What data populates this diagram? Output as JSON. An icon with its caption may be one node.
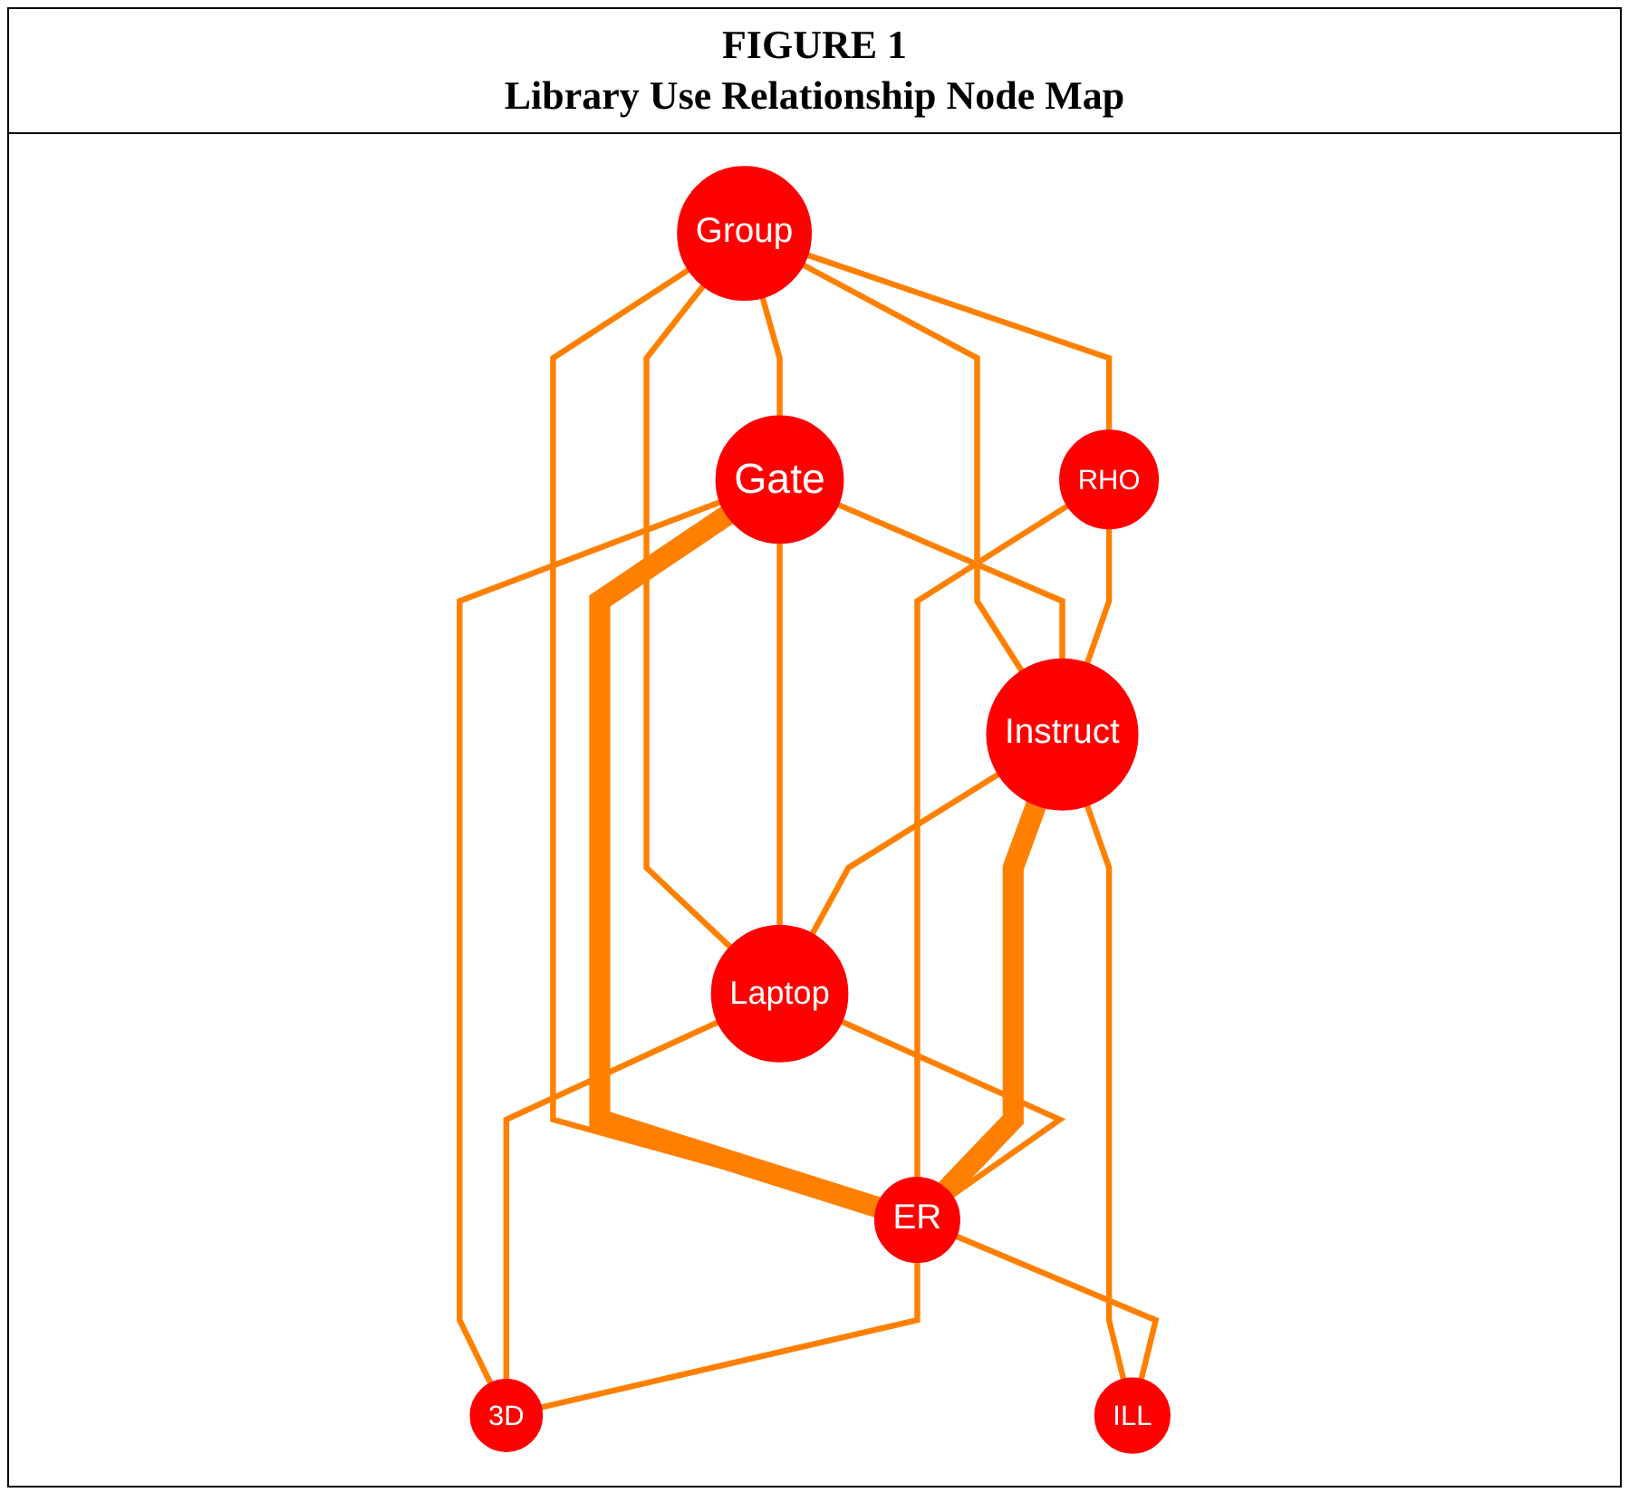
{
  "diagram": {
    "title": "Library Use Relationship Node Map",
    "nodes": [
      {
        "text": [
          "Group"
        ]
      },
      {
        "text": [
          "Gate"
        ]
      },
      {
        "text": [
          "RHO"
        ]
      },
      {
        "text": [
          "Laptop"
        ]
      },
      {
        "text": [
          "Instruct"
        ]
      },
      {
        "text": [
          "ER"
        ]
      },
      {
        "text": [
          "3D"
        ]
      },
      {
        "text": [
          "ILL"
        ]
      }
    ],
    "edges": [
      {
        "from": 0,
        "to": 1,
        "arrow": "none"
      },
      {
        "from": 0,
        "to": 2,
        "arrow": "none"
      },
      {
        "from": 0,
        "to": 4,
        "arrow": "none"
      },
      {
        "from": 0,
        "to": 5,
        "arrow": "none"
      },
      {
        "from": 0,
        "to": 3,
        "arrow": "none"
      },
      {
        "from": 1,
        "to": 5,
        "arrow": "none",
        "style": "thick"
      },
      {
        "from": 1,
        "to": 4,
        "arrow": "none"
      },
      {
        "from": 1,
        "to": 3,
        "arrow": "none"
      },
      {
        "from": 1,
        "to": 6,
        "arrow": "none"
      },
      {
        "from": 2,
        "to": 4,
        "arrow": "none"
      },
      {
        "from": 2,
        "to": 5,
        "arrow": "none"
      },
      {
        "from": 4,
        "to": 5,
        "arrow": "none",
        "style": "thick"
      },
      {
        "from": 4,
        "to": 3,
        "arrow": "none"
      },
      {
        "from": 4,
        "to": 7,
        "arrow": "none"
      },
      {
        "from": 3,
        "to": 5,
        "arrow": "none"
      },
      {
        "from": 3,
        "to": 6,
        "arrow": "none"
      },
      {
        "from": 5,
        "to": 6,
        "arrow": "none"
      },
      {
        "from": 5,
        "to": 7,
        "arrow": "none"
      }
    ],
    "labels": [
      "FIGURE 1"
    ]
  }
}
